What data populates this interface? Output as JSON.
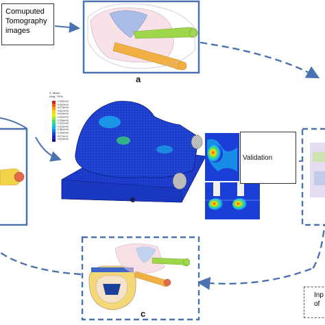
{
  "ct_label": "Comuputed Tomography images",
  "validation_label": "Validation",
  "input_label": {
    "line1": "Inp",
    "line2": "of "
  },
  "panels": {
    "a": "a",
    "c": "c",
    "e": "e"
  },
  "legend": {
    "title_line1": "S, Mises",
    "title_line2": "(Avg: 75%)",
    "values": [
      "+7.530e+00",
      "+6.902e+00",
      "+6.275e+00",
      "+5.647e+00",
      "+5.020e+00",
      "+4.392e+00",
      "+3.765e+00",
      "+3.137e+00",
      "+2.510e+00",
      "+1.882e+00",
      "+1.255e+00",
      "+6.274e-01",
      "+0.000e+00"
    ],
    "colors": [
      "#d81b1b",
      "#ff5a00",
      "#ff9900",
      "#ffd200",
      "#e6f200",
      "#9bef22",
      "#3ee06a",
      "#15d7b8",
      "#0bb6ef",
      "#0b7fee",
      "#1145e6",
      "#1b1fc8",
      "#12129a"
    ]
  },
  "colors": {
    "frame": "#4a72b0",
    "mesh_blue": "#1f3fd0",
    "bone_green": "#8fd03a",
    "bone_orange": "#f0a93a"
  }
}
